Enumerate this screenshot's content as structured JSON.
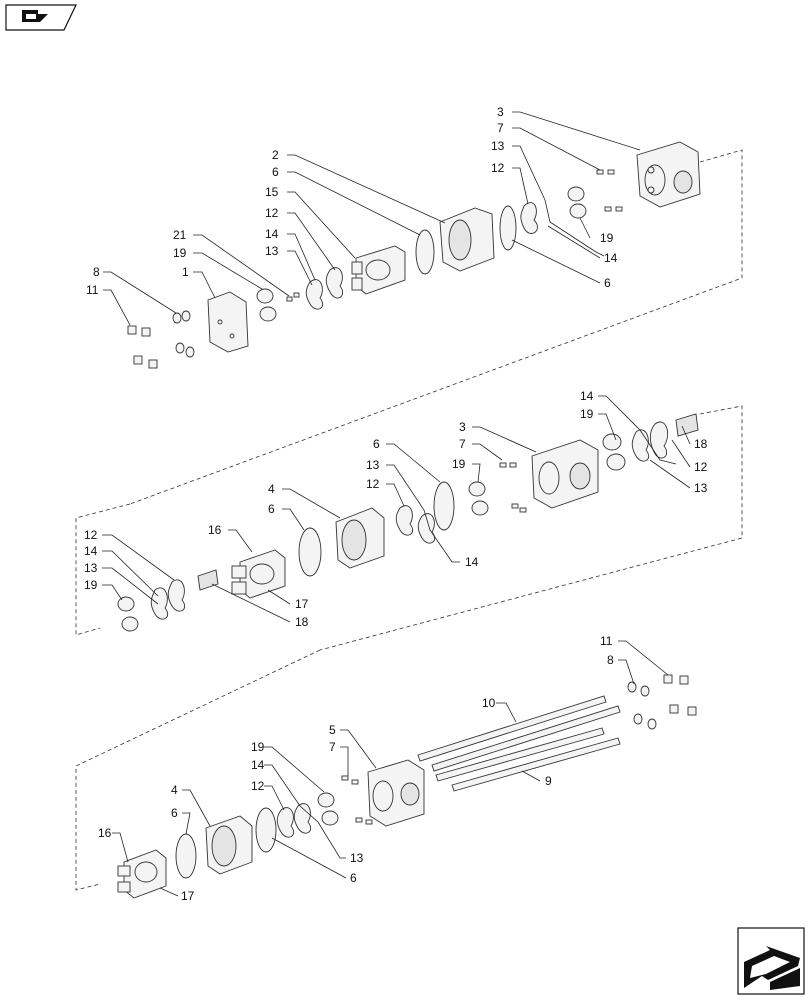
{
  "nav": {
    "prev_icon": "page-back-arrow-icon",
    "next_icon": "page-next-arrow-icon"
  },
  "callouts": {
    "s1_3": "3",
    "s1_7": "7",
    "s1_13": "13",
    "s1_12": "12",
    "s1_2": "2",
    "s1_6a": "6",
    "s1_15": "15",
    "s1_12b": "12",
    "s1_21": "21",
    "s1_14": "14",
    "s1_13b": "13",
    "s1_19": "19",
    "s1_1": "1",
    "s1_8": "8",
    "s1_11": "11",
    "s1_19r": "19",
    "s1_14r": "14",
    "s1_6r": "6",
    "s2_14": "14",
    "s2_19": "19",
    "s2_18": "18",
    "s2_12": "12",
    "s2_13": "13",
    "s2_3": "3",
    "s2_6": "6",
    "s2_7": "7",
    "s2_13b": "13",
    "s2_19b": "19",
    "s2_12b": "12",
    "s2_4": "4",
    "s2_6b": "6",
    "s2_16": "16",
    "s2_14b": "14",
    "s2_12l": "12",
    "s2_14l": "14",
    "s2_13l": "13",
    "s2_19l": "19",
    "s2_17": "17",
    "s2_18b": "18",
    "s3_11": "11",
    "s3_8": "8",
    "s3_10": "10",
    "s3_5": "5",
    "s3_19": "19",
    "s3_7": "7",
    "s3_14": "14",
    "s3_12": "12",
    "s3_9": "9",
    "s3_4": "4",
    "s3_6": "6",
    "s3_16": "16",
    "s3_13": "13",
    "s3_6b": "6",
    "s3_17": "17"
  }
}
